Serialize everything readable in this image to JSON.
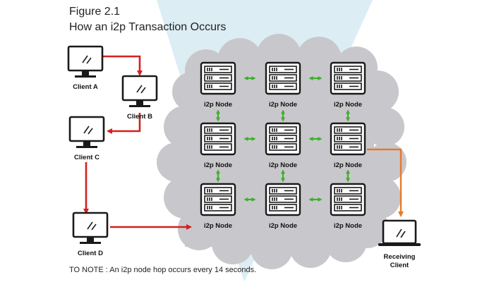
{
  "figure": {
    "title": "Figure 2.1",
    "subtitle": "How an i2p Transaction Occurs"
  },
  "clients": {
    "a": "Client A",
    "b": "Client B",
    "c": "Client C",
    "d": "Client D"
  },
  "receiver": {
    "line1": "Receiving",
    "line2": "Client"
  },
  "nodes": {
    "label": "i2p Node"
  },
  "note": "TO NOTE : An i2p node hop occurs every 14 seconds.",
  "colors": {
    "client_path": "#d42020",
    "node_link": "#3fae2a",
    "exit_path": "#e8782a",
    "cloud": "#c8c8cc",
    "beam": "#cfe8f0"
  },
  "icons": {
    "client": "desktop-monitor-icon",
    "node": "server-rack-icon",
    "receiver": "laptop-icon"
  }
}
